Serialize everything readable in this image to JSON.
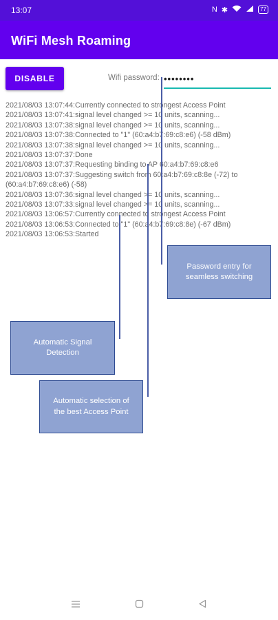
{
  "status": {
    "time": "13:07",
    "battery": "77"
  },
  "app": {
    "title": "WiFi Mesh Roaming"
  },
  "controls": {
    "disable_label": "DISABLE",
    "wifi_label": "Wifi password:",
    "password_value": "••••••••"
  },
  "log": {
    "lines": [
      "2021/08/03 13:07:44:Currently connected to strongest Access Point",
      "2021/08/03 13:07:41:signal level changed >= 10 units, scanning...",
      "2021/08/03 13:07:38:signal level changed >= 10 units, scanning...",
      "2021/08/03 13:07:38:Connected to \"1\" (60:a4:b7:69:c8:e6) (-58 dBm)",
      "2021/08/03 13:07:38:signal level changed >= 10 units, scanning...",
      "2021/08/03 13:07:37:Done",
      "2021/08/03 13:07:37:Requesting binding to AP 60:a4:b7:69:c8:e6",
      "2021/08/03 13:07:37:Suggesting switch from 60:a4:b7:69:c8:8e (-72) to (60:a4:b7:69:c8:e6) (-58)",
      "2021/08/03 13:07:36:signal level changed >= 10 units, scanning...",
      "2021/08/03 13:07:33:signal level changed >= 10 units, scanning...",
      "2021/08/03 13:06:57:Currently connected to strongest Access Point",
      "2021/08/03 13:06:53:Connected to \"1\" (60:a4:b7:69:c8:8e) (-67 dBm)",
      "2021/08/03 13:06:53:Started"
    ]
  },
  "callouts": {
    "password": "Password entry for seamless switching",
    "signal": "Automatic Signal Detection",
    "selection": "Automatic selection of the best Access Point"
  },
  "icons": {
    "menu": "menu-icon",
    "home": "home-icon",
    "back": "back-icon"
  },
  "colors": {
    "primary": "#6200ee",
    "status_bar": "#5310d8",
    "accent": "#18b9b0",
    "callout_fill": "#8fa3d2"
  }
}
